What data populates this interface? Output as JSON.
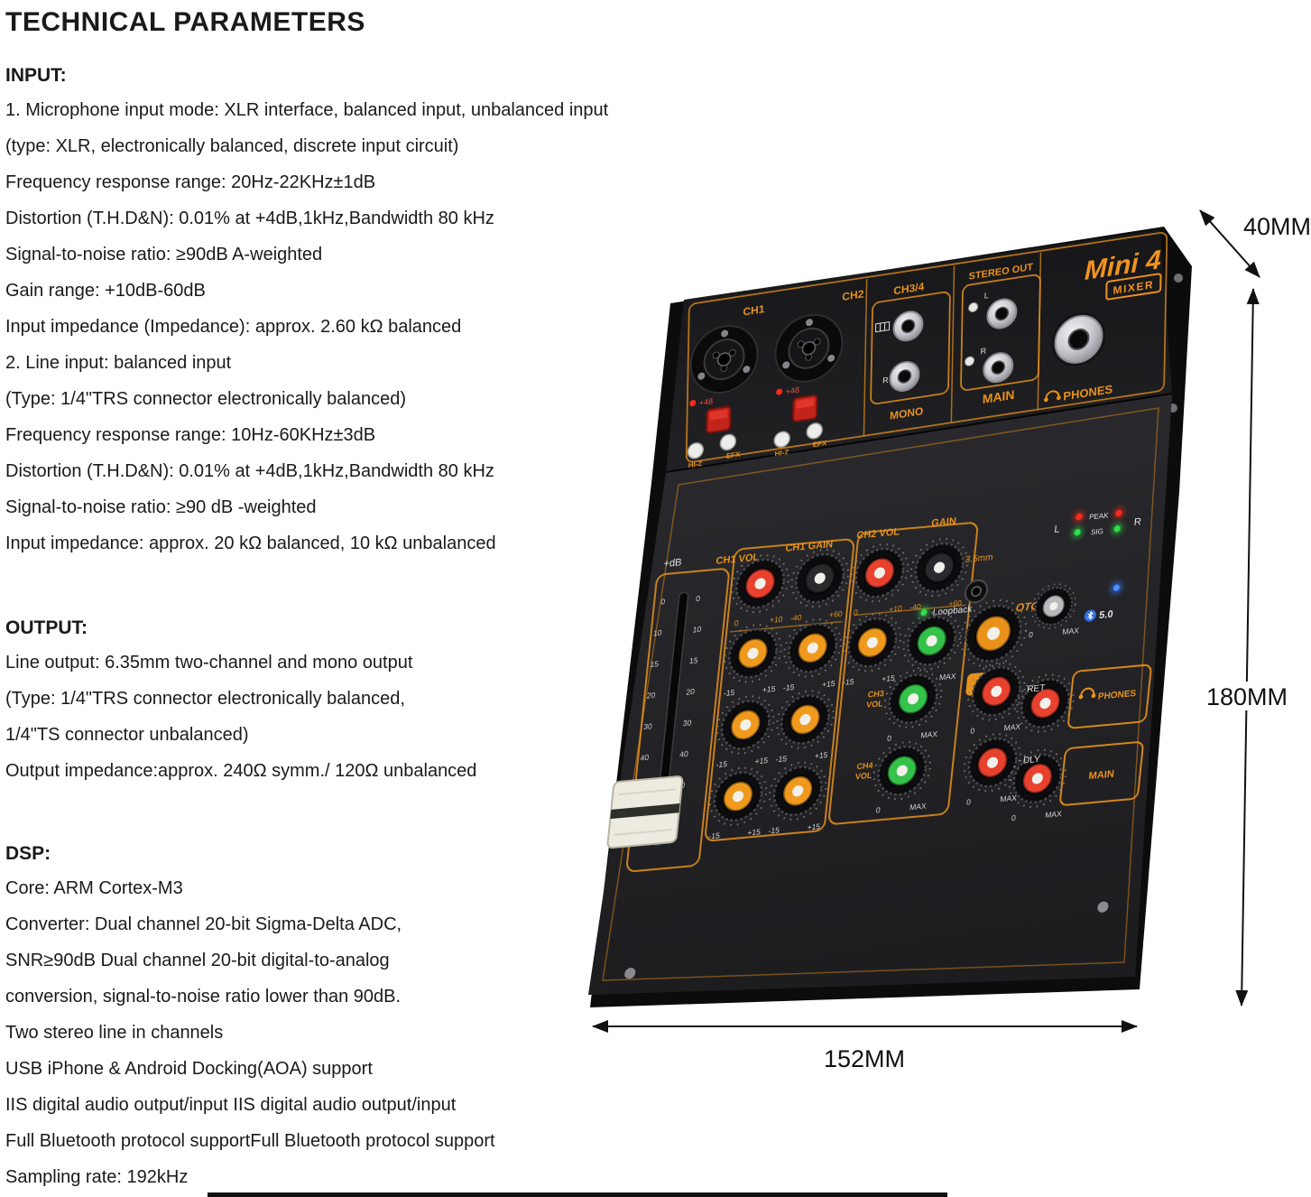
{
  "page": {
    "title": "TECHNICAL PARAMETERS"
  },
  "specs": {
    "input": {
      "heading": "INPUT:",
      "lines": [
        "1. Microphone input mode: XLR interface, balanced input, unbalanced input",
        "(type: XLR, electronically balanced, discrete input circuit)",
        "Frequency response range: 20Hz-22KHz±1dB",
        "Distortion (T.H.D&N): 0.01% at +4dB,1kHz,Bandwidth 80 kHz",
        "Signal-to-noise ratio: ≥90dB A-weighted",
        "Gain range: +10dB-60dB",
        "Input impedance (Impedance): approx. 2.60 kΩ balanced",
        "2. Line input: balanced input",
        "(Type: 1/4\"TRS connector electronically balanced)",
        "Frequency response range: 10Hz-60KHz±3dB",
        "Distortion (T.H.D&N): 0.01% at +4dB,1kHz,Bandwidth 80 kHz",
        "Signal-to-noise ratio: ≥90 dB -weighted",
        "Input impedance: approx. 20 kΩ balanced, 10 kΩ unbalanced"
      ]
    },
    "output": {
      "heading": "OUTPUT:",
      "lines": [
        "Line output: 6.35mm two-channel and mono output",
        "(Type: 1/4\"TRS connector electronically balanced,",
        "1/4\"TS connector unbalanced)",
        "Output impedance:approx. 240Ω symm./ 120Ω unbalanced"
      ]
    },
    "dsp": {
      "heading": "DSP:",
      "lines": [
        "Core: ARM Cortex-M3",
        "Converter: Dual channel 20-bit Sigma-Delta ADC,",
        "SNR≥90dB Dual channel 20-bit digital-to-analog",
        "conversion, signal-to-noise ratio lower than 90dB.",
        "Two stereo line in channels",
        "USB iPhone & Android Docking(AOA) support",
        "IIS digital audio output/input IIS digital audio output/input",
        "Full Bluetooth protocol supportFull Bluetooth protocol support",
        "Sampling rate: 192kHz"
      ]
    }
  },
  "dimensions": {
    "depth": "40MM",
    "height": "180MM",
    "width": "152MM"
  },
  "mixer": {
    "brand": "Mini 4",
    "brand_badge": "MIXER",
    "rear": {
      "ch1": "CH1",
      "ch2": "CH2",
      "ch34": "CH3/4",
      "stereo_out": "STEREO OUT",
      "mono": "MONO",
      "main": "MAIN",
      "phones": "PHONES",
      "phantom": "+48",
      "hiz": "HI-Z",
      "efx": "EFX",
      "jack_l": "L",
      "jack_r": "R"
    },
    "face": {
      "db": "+dB",
      "ch1_vol": "CH1 VOL",
      "ch1_gain": "CH1 GAIN",
      "ch2_vol": "CH2 VOL",
      "gain": "GAIN",
      "aux": "3.5mm",
      "peak": "PEAK",
      "sig": "SIG",
      "led_l": "L",
      "led_r": "R",
      "loopback": "Loopback",
      "otg": "OTG",
      "bt": "5.0",
      "ch3": "CH3",
      "ch4": "CH4",
      "vol": "VOL",
      "ret": "RET",
      "dly": "DLY",
      "phones": "PHONES",
      "main": "MAIN",
      "fader_ticks": [
        "0",
        "10",
        "15",
        "20",
        "30",
        "40",
        "60"
      ],
      "scale": {
        "vol_min": "0",
        "vol_max": "+10",
        "gain_min": "-40",
        "gain_max": "+60",
        "eq_min": "-15",
        "eq_max": "+15",
        "zero": "0",
        "max": "MAX"
      }
    }
  },
  "colors": {
    "accent_orange": "#E8921A",
    "brand_orange": "#F0931F",
    "knob_red": "#E8412E",
    "knob_orange": "#F09A1D",
    "knob_green": "#35C24A",
    "knob_black": "#2A2A2E",
    "knob_gray": "#B9B9BD",
    "led_red": "#FF2A1F",
    "led_green": "#2EE04A",
    "led_blue": "#2F6FE4",
    "body_black": "#1B1B1E"
  }
}
